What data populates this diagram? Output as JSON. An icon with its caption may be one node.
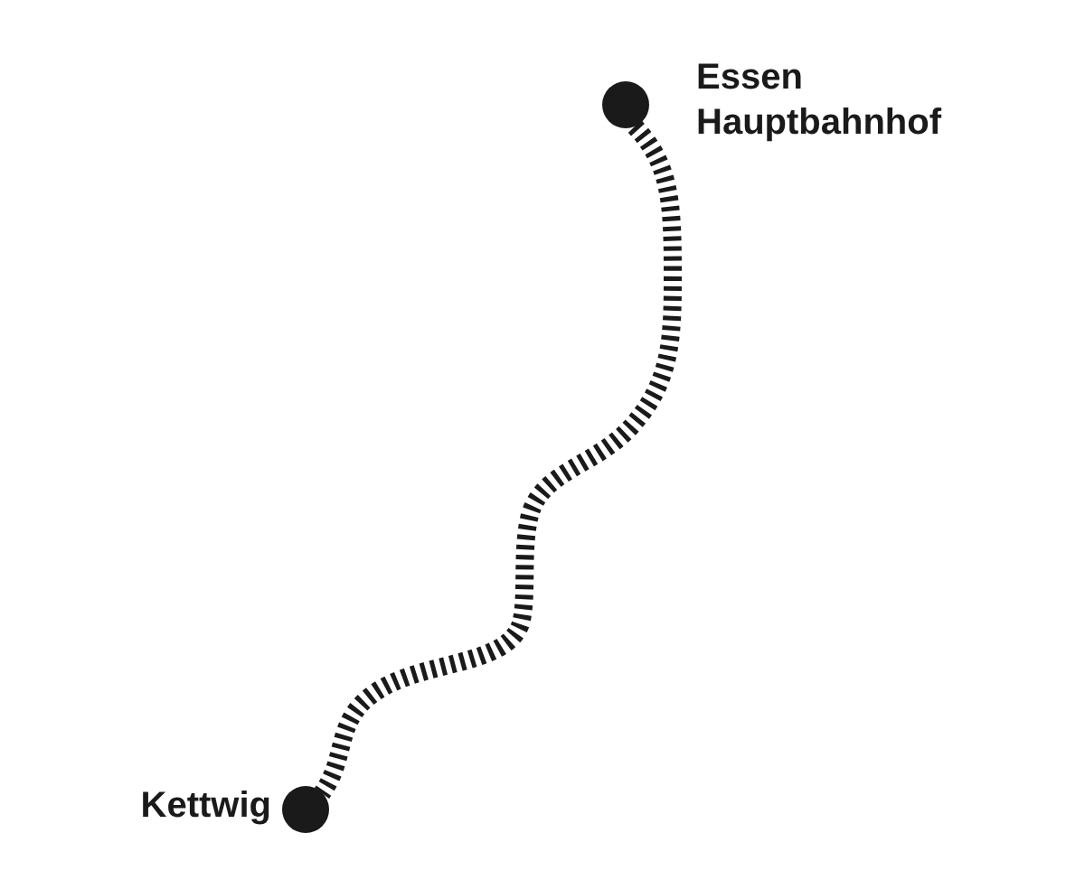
{
  "diagram": {
    "nodes": [
      {
        "text": [],
        "shape": "circle",
        "beside": [
          "Essen Hauptbahnhof"
        ]
      },
      {
        "text": [],
        "shape": "circle",
        "beside": [
          "Kettwig"
        ]
      }
    ],
    "edges": [
      {
        "from": 0,
        "to": 1,
        "arrow": "none",
        "style": "dashed"
      }
    ]
  }
}
